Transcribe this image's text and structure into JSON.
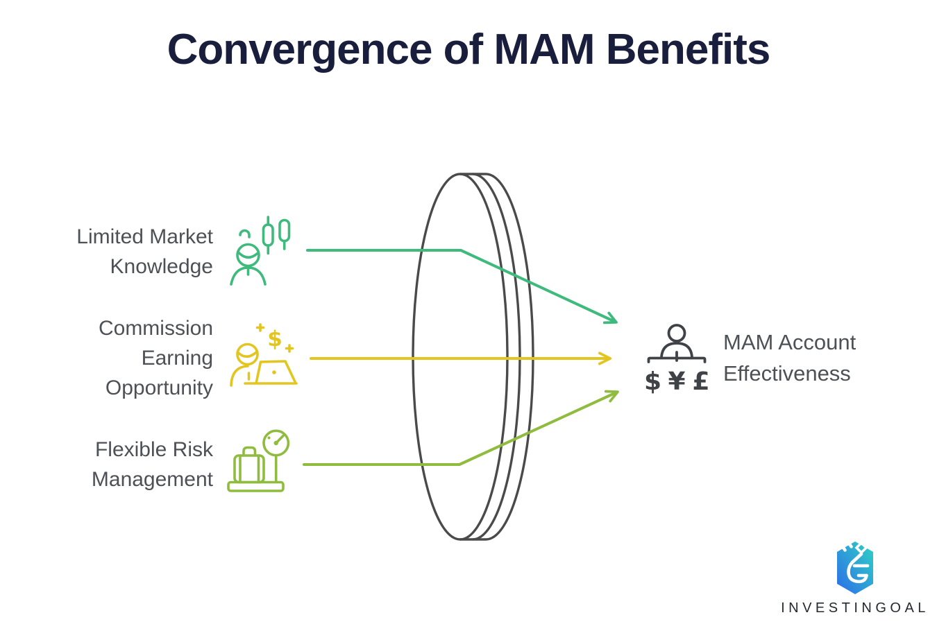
{
  "title": "Convergence of MAM Benefits",
  "benefits": [
    {
      "id": "limited-market-knowledge",
      "label_lines": [
        "Limited Market",
        "Knowledge"
      ],
      "icon": "trader-candlestick-icon",
      "color_name": "green"
    },
    {
      "id": "commission-earning-opportunity",
      "label_lines": [
        "Commission",
        "Earning",
        "Opportunity"
      ],
      "icon": "person-laptop-earnings-icon",
      "color_name": "yellow"
    },
    {
      "id": "flexible-risk-management",
      "label_lines": [
        "Flexible Risk",
        "Management"
      ],
      "icon": "luggage-scale-icon",
      "color_name": "olive"
    }
  ],
  "result": {
    "label_lines": [
      "MAM Account",
      "Effectiveness"
    ],
    "icon": "person-currency-icon",
    "currencies": [
      "$",
      "¥",
      "£"
    ]
  },
  "logo": {
    "text": "INVESTINGOAL"
  },
  "colors": {
    "green": "#3eba7d",
    "yellow": "#e3c51f",
    "olive": "#8fbc3f",
    "lens": "#4a4a4a",
    "title": "#191e3c",
    "label": "#4d5156",
    "icondark": "#3f4247",
    "logotext": "#232a31",
    "logoblue": "#2e6ce8",
    "logoteal": "#2fd3c5",
    "bg": "#ffffff"
  }
}
